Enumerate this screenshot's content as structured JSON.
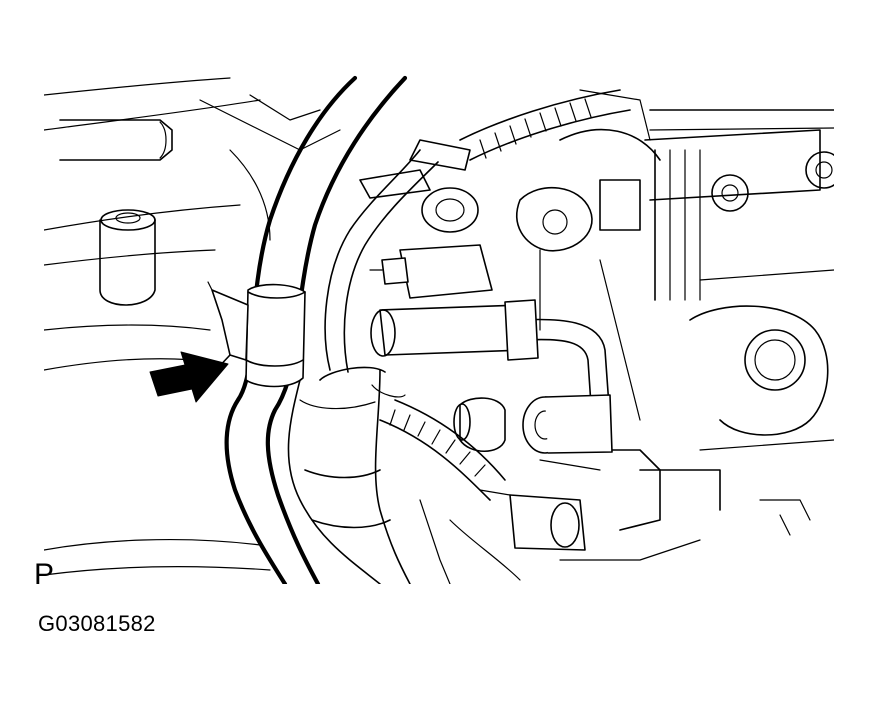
{
  "figure": {
    "view_letter": "P",
    "figure_id": "G03081582"
  },
  "icons": {
    "pointer_arrow": "black-arrow-right",
    "drawing": "engine-hose-clamp-line-drawing"
  },
  "colors": {
    "ink": "#000000",
    "paper": "#ffffff"
  }
}
